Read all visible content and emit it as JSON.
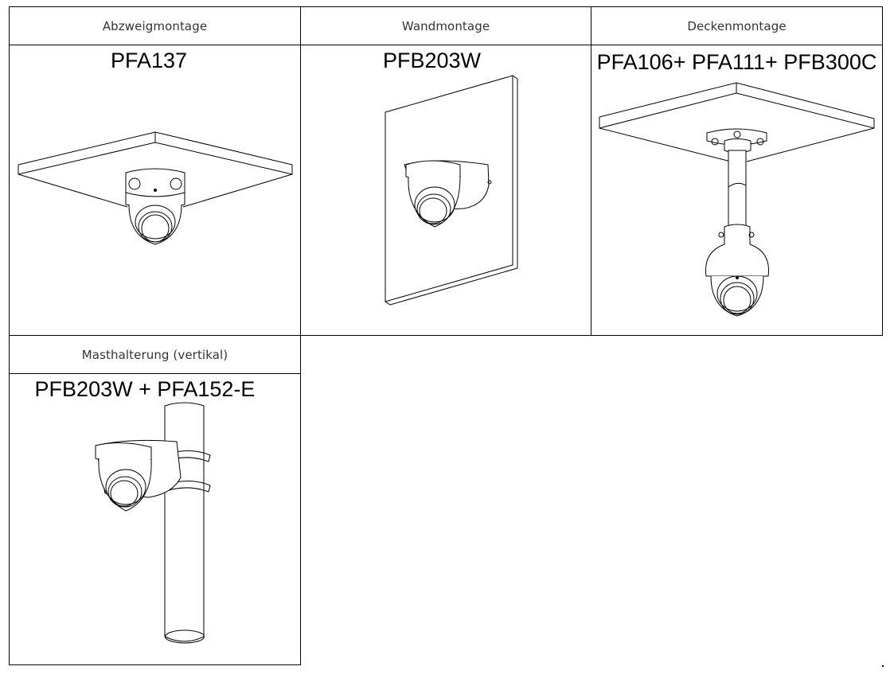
{
  "table": {
    "row1": [
      {
        "header": "Abzweigmontage",
        "model": "PFA137",
        "illustration": "ceiling-junction-box-camera"
      },
      {
        "header": "Wandmontage",
        "model": "PFB203W",
        "illustration": "wall-mount-camera"
      },
      {
        "header": "Deckenmontage",
        "model": "PFA106+ PFA111+ PFB300C",
        "illustration": "ceiling-pendant-camera"
      }
    ],
    "row2": [
      {
        "header": "Masthalterung (vertikal)",
        "model": "PFB203W + PFA152-E",
        "illustration": "pole-mount-camera"
      }
    ]
  }
}
